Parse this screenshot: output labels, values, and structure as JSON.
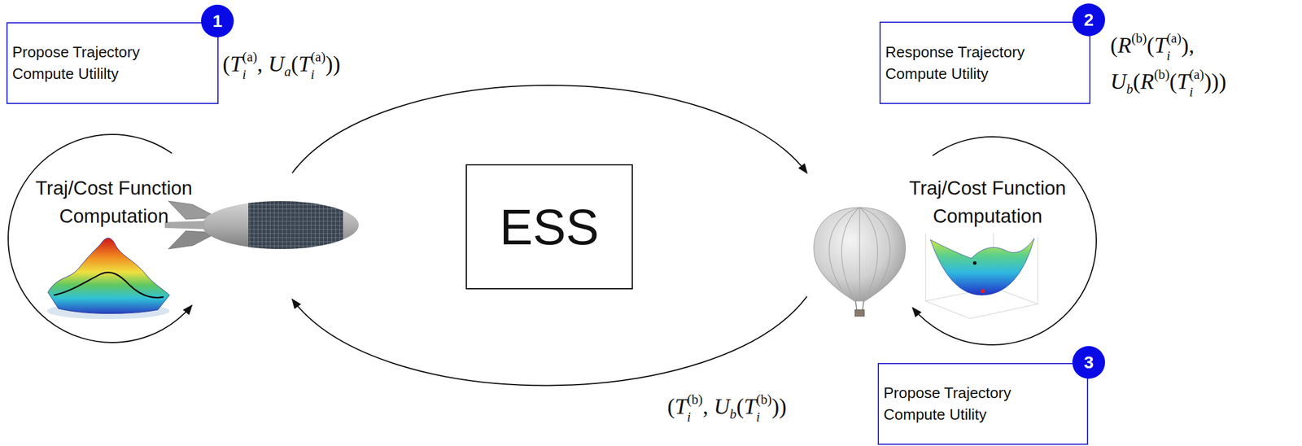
{
  "diagram": {
    "nodes": [
      {
        "text": [
          "Propose Trajectory Compute Utililty"
        ]
      },
      {
        "text": [
          "Response Trajectory Compute Utility"
        ]
      },
      {
        "text": [
          "Traj/Cost Function Computation"
        ]
      },
      {
        "text": [
          "ESS"
        ]
      },
      {
        "text": [
          "Traj/Cost Function Computation"
        ]
      },
      {
        "text": [
          "Propose Trajectory Compute Utility"
        ]
      }
    ],
    "edges": [
      {
        "from": 2,
        "to": 4,
        "arrow": "to"
      },
      {
        "from": 4,
        "to": 2,
        "arrow": "to"
      }
    ],
    "labels": [
      "1",
      "(Ti(a), Ua(Ti(a)))",
      "2",
      "(R(b)(Ti(a)), Ub(R(b)(Ti(a))))",
      "(Ti(b), Ub(Ti(b)))",
      "3"
    ]
  }
}
